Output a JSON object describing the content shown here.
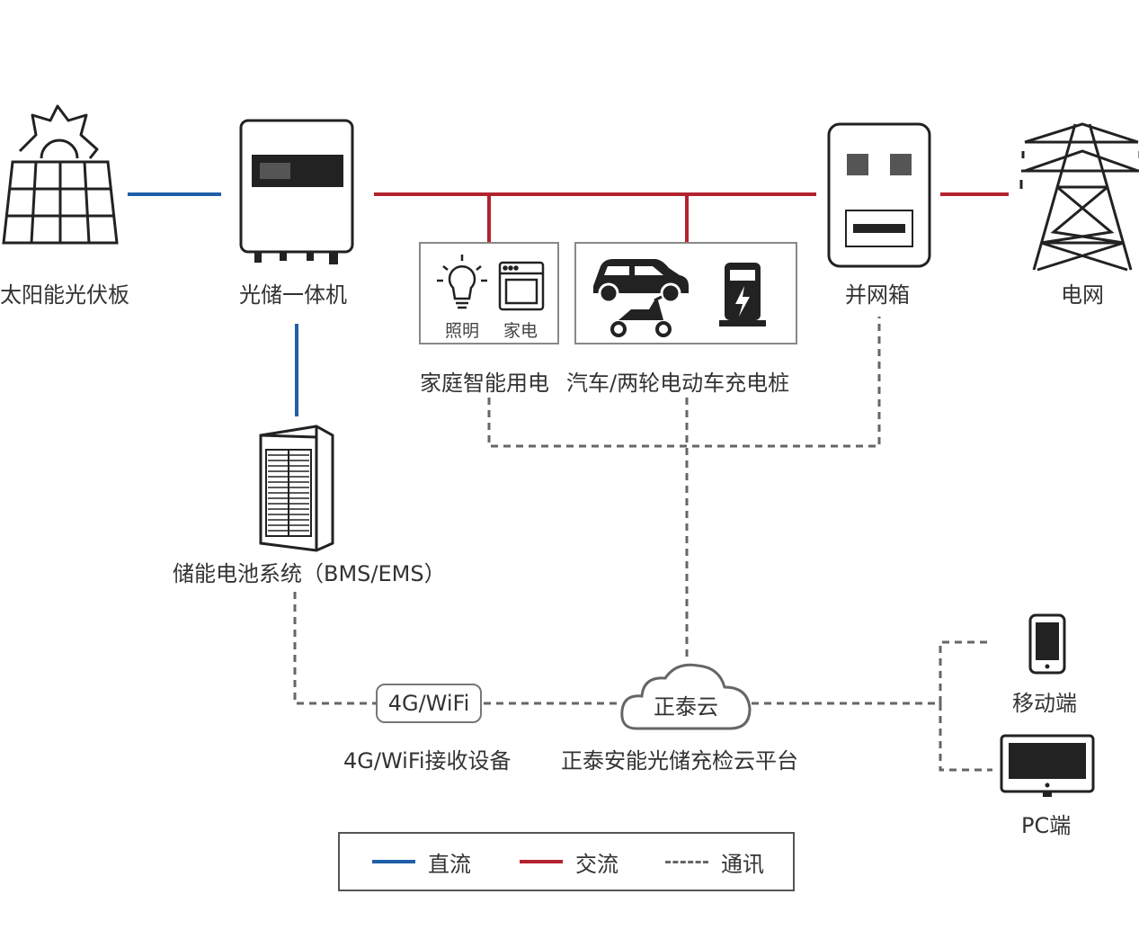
{
  "colors": {
    "dc_line": "#1f5fa8",
    "ac_line": "#b3232f",
    "comm_line": "#666666",
    "device_dark": "#222222"
  },
  "nodes": {
    "solar_panel": "太阳能光伏板",
    "inverter": "光储一体机",
    "home_power": "家庭智能用电",
    "ev_charger": "汽车/两轮电动车充电桩",
    "grid_box": "并网箱",
    "grid": "电网",
    "battery": "储能电池系统（BMS/EMS）",
    "receiver": "4G/WiFi接收设备",
    "cloud_platform": "正泰安能光储充检云平台",
    "mobile": "移动端",
    "pc": "PC端"
  },
  "appliances": {
    "lighting": "照明",
    "appliance": "家电"
  },
  "receiver_tag": "4G/WiFi",
  "cloud_tag": "正泰云",
  "legend": {
    "dc": "直流",
    "ac": "交流",
    "comm": "通讯"
  },
  "icons": [
    "solar-panel-icon",
    "inverter-icon",
    "bulb-icon",
    "oven-icon",
    "car-icon",
    "scooter-icon",
    "charging-pile-icon",
    "grid-box-icon",
    "power-tower-icon",
    "battery-cabinet-icon",
    "cloud-icon",
    "phone-icon",
    "monitor-icon"
  ]
}
